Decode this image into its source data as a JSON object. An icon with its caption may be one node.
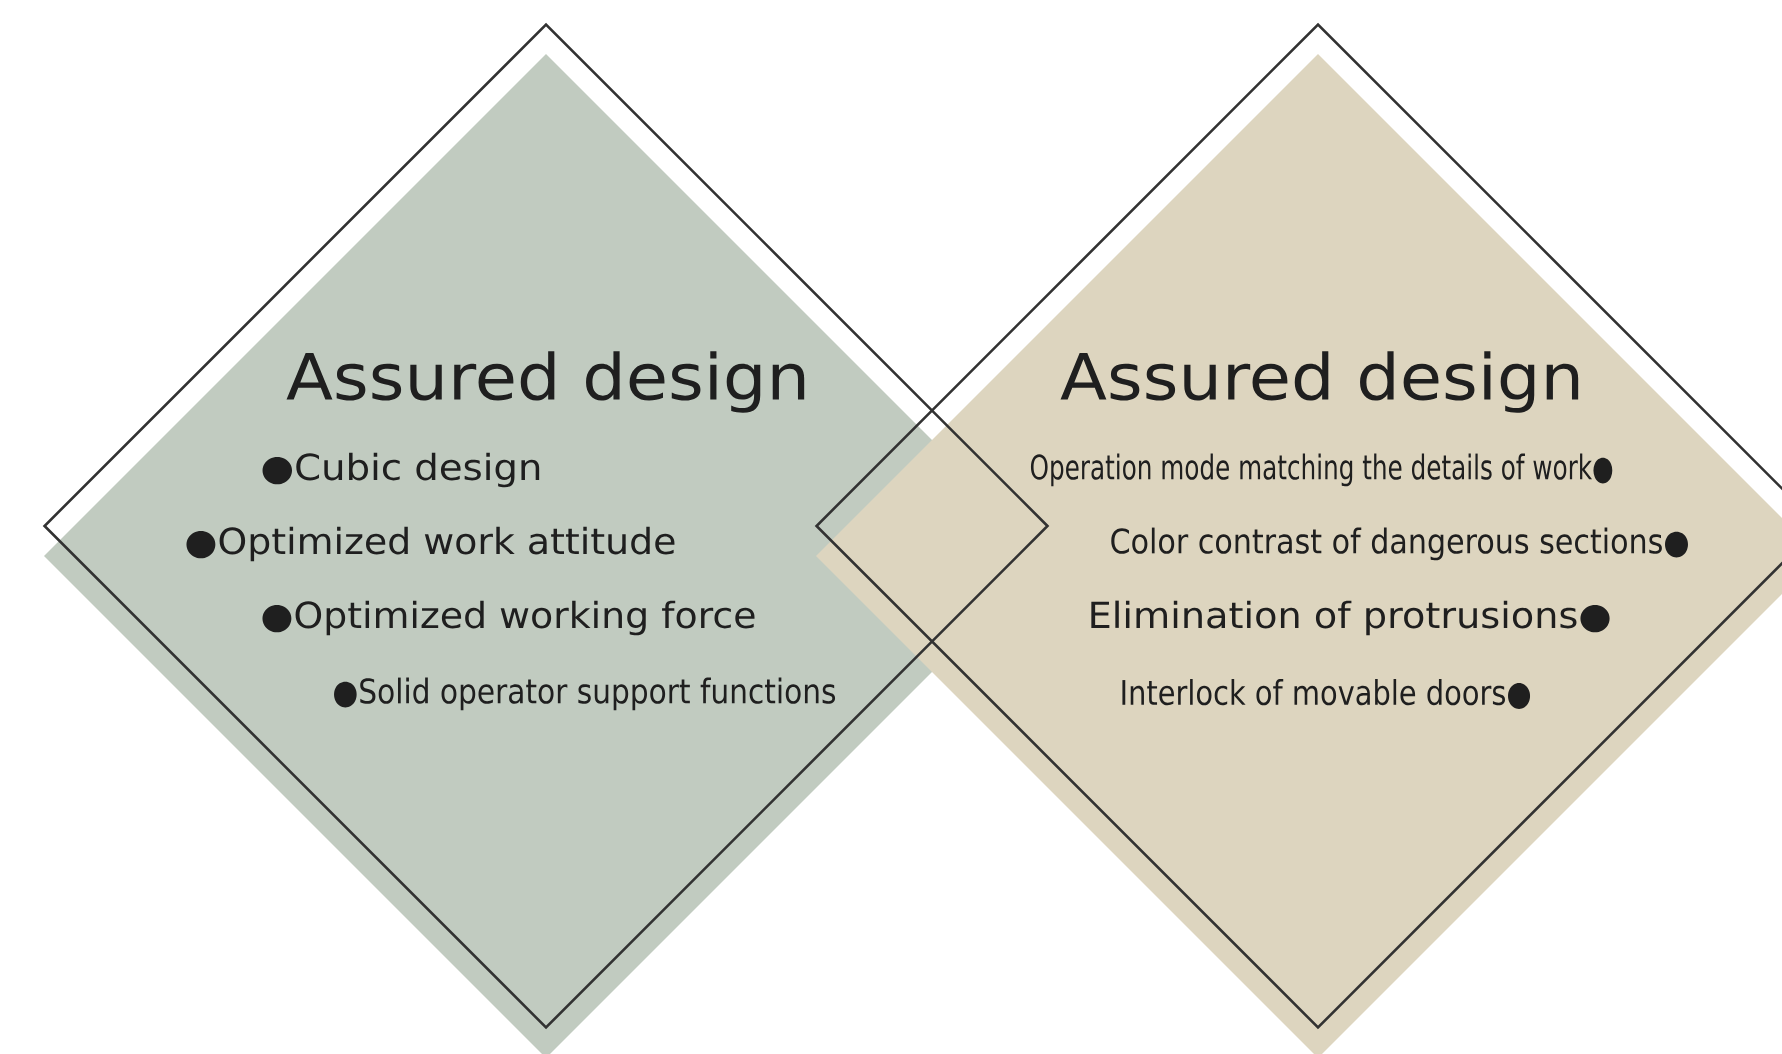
{
  "diagram": {
    "nodes": [
      {
        "text": [
          "Assured design",
          "●Cubic design",
          "●Optimized work attitude",
          "●Optimized working force",
          "●Solid operator support functions"
        ]
      },
      {
        "text": [
          "Assured design",
          "Operation mode matching the details of work●",
          "Color contrast of dangerous sections●",
          "Elimination of protrusions●",
          "Interlock of movable doors●"
        ]
      }
    ]
  }
}
